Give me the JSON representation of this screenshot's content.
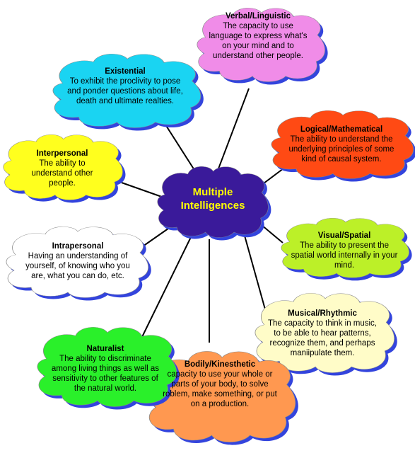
{
  "center": {
    "line1": "Multiple",
    "line2": "Intelligences",
    "color": "#3a1a9a",
    "text_color": "#ffff00"
  },
  "nodes": {
    "verbal": {
      "title": "Verbal/Linguistic",
      "desc": "The capacity to use language to express what's on your mind and to understand other people.",
      "color": "#f08ce8"
    },
    "existential": {
      "title": "Existential",
      "desc": "To exhibit the proclivity to pose and ponder questions about life, death and ultimate realties.",
      "color": "#1ad4f2"
    },
    "logical": {
      "title": "Logical/Mathematical",
      "desc": "The ability to understand the underlying principles of some kind of causal system.",
      "color": "#ff4a14"
    },
    "interpersonal": {
      "title": "Interpersonal",
      "desc": "The ability to understand other people.",
      "color": "#ffff1e"
    },
    "visual": {
      "title": "Visual/Spatial",
      "desc": "The ability to present the spatial world internally in your mind.",
      "color": "#bcf028"
    },
    "intrapersonal": {
      "title": "Intrapersonal",
      "desc": "Having an understanding of yourself, of knowing who you are, what you can do, etc.",
      "color": "#ffffff"
    },
    "musical": {
      "title": "Musical/Rhythmic",
      "desc": "The capacity to think in music, to be able to hear patterns, recognize them, and perhaps maniipulate them.",
      "color": "#fffcc8"
    },
    "naturalist": {
      "title": "Naturalist",
      "desc": "The ability to discriminate among living things as well as sensitivity to other features of the natural world.",
      "color": "#2af02a"
    },
    "bodily": {
      "title": "Bodily/Kinesthetic",
      "desc": "capacity to use your whole or parts of your body, to solve roblem, make something, or put on a production.",
      "color": "#ff9850"
    }
  }
}
